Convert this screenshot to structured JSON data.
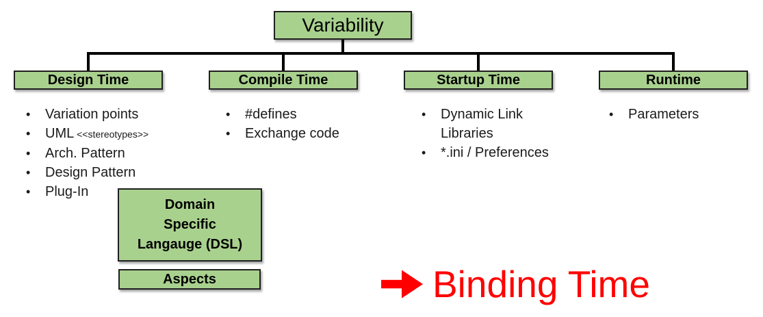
{
  "slide": {
    "root_box": {
      "label": "Variability"
    },
    "branches": [
      {
        "label": "Design Time",
        "items": [
          {
            "text": "Variation points"
          },
          {
            "text": "UML",
            "small": "<<stereotypes>>"
          },
          {
            "text": "Arch. Pattern"
          },
          {
            "text": "Design Pattern"
          },
          {
            "text": "Plug-In"
          }
        ]
      },
      {
        "label": "Compile Time",
        "items": [
          {
            "text": "#defines"
          },
          {
            "text": "Exchange code"
          }
        ]
      },
      {
        "label": "Startup Time",
        "items": [
          {
            "text": "Dynamic Link\nLibraries"
          },
          {
            "text": "*.ini / Preferences"
          }
        ]
      },
      {
        "label": "Runtime",
        "items": [
          {
            "text": "Parameters"
          }
        ]
      }
    ],
    "floating_boxes": [
      {
        "label": "Domain\nSpecific\nLangauge (DSL)"
      },
      {
        "label": "Aspects"
      }
    ],
    "annotation": {
      "label": "Binding Time"
    }
  },
  "colors": {
    "box_fill": "#a9d18e",
    "box_border": "#1f1f1f",
    "connector": "#000000",
    "annotation": "#ff0000",
    "text": "#1a1a1a"
  }
}
